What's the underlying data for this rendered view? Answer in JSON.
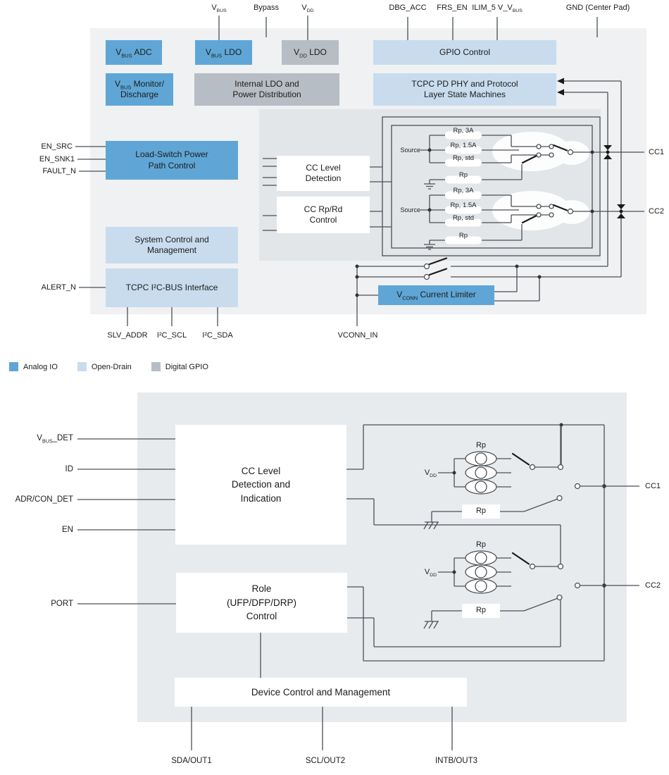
{
  "colors": {
    "analog_io_blue": "#5fa6d6",
    "open_drain_lightblue": "#c8dcee",
    "digital_gpio_gray": "#b7bdc4",
    "panel_outer": "#eff1f3",
    "panel_inner": "#e2e6e9",
    "panel_bottom": "#e8ebee",
    "wire": "#4b5055"
  },
  "d1": {
    "pins_top": {
      "vbus": {
        "pre": "V",
        "sub": "BUS",
        "post": ""
      },
      "bypass": "Bypass",
      "vdd": {
        "pre": "V",
        "sub": "DD",
        "post": ""
      },
      "dbg_acc": "DBG_ACC",
      "frs_en": "FRS_EN",
      "ilim": {
        "pre": "ILIM_5 V_V",
        "sub": "BUS",
        "post": ""
      },
      "gnd": "GND (Center Pad)"
    },
    "pins_left": {
      "en_src": "EN_SRC",
      "en_snk1": "EN_SNK1",
      "fault_n": "FAULT_N",
      "alert_n": "ALERT_N"
    },
    "pins_bottom": {
      "slv_addr": "SLV_ADDR",
      "i2c_scl": "I²C_SCL",
      "i2c_sda": "I²C_SDA",
      "vconn_in": "VCONN_IN"
    },
    "blocks": {
      "vbus_adc": {
        "pre": "V",
        "sub": "BUS",
        "post": " ADC"
      },
      "vbus_ldo": {
        "pre": "V",
        "sub": "BUS",
        "post": " LDO"
      },
      "vdd_ldo": {
        "pre": "V",
        "sub": "DD",
        "post": " LDO"
      },
      "gpio": "GPIO Control",
      "vbus_mon": {
        "pre": "V",
        "sub": "BUS",
        "post": " Monitor/",
        "line2": "Discharge"
      },
      "internal_ldo": {
        "line1": "Internal LDO and",
        "line2": "Power Distribution"
      },
      "tcpc_phy": {
        "line1": "TCPC PD PHY and Protocol",
        "line2": "Layer State Machines"
      },
      "load_switch": {
        "line1": "Load-Switch Power",
        "line2": "Path Control"
      },
      "sys_ctrl": {
        "line1": "System Control and",
        "line2": "Management"
      },
      "i2c_if": "TCPC I²C-BUS Interface",
      "vconn_lim": {
        "pre": "V",
        "sub": "CONN",
        "post": " Current Limiter"
      },
      "cc_level": {
        "line1": "CC Level",
        "line2": "Detection"
      },
      "cc_rprd": {
        "line1": "CC Rp/Rd",
        "line2": "Control"
      }
    },
    "circuit": {
      "source": "Source",
      "rp_3a": "Rp, 3A",
      "rp_15a": "Rp, 1.5A",
      "rp_std": "Rp, std",
      "rp": "Rp",
      "cc1": "CC1",
      "cc2": "CC2"
    },
    "legend": {
      "analog": "Analog IO",
      "open_drain": "Open-Drain",
      "digital": "Digital GPIO"
    }
  },
  "d2": {
    "pins_left": {
      "vbus_det": {
        "pre": "V",
        "sub": "BUS",
        "post": "_DET"
      },
      "id": "ID",
      "adr_con_det": "ADR/CON_DET",
      "en": "EN",
      "port": "PORT"
    },
    "pins_bottom": {
      "sda": "SDA/OUT1",
      "scl": "SCL/OUT2",
      "intb": "INTB/OUT3"
    },
    "blocks": {
      "cc_level": {
        "line1": "CC Level",
        "line2": "Detection and",
        "line3": "Indication"
      },
      "role": {
        "line1": "Role",
        "line2": "(UFP/DFP/DRP)",
        "line3": "Control"
      },
      "device": "Device Control and Management"
    },
    "circuit": {
      "rp": "Rp",
      "vdd": {
        "pre": "V",
        "sub": "DD",
        "post": ""
      },
      "cc1": "CC1",
      "cc2": "CC2"
    }
  }
}
